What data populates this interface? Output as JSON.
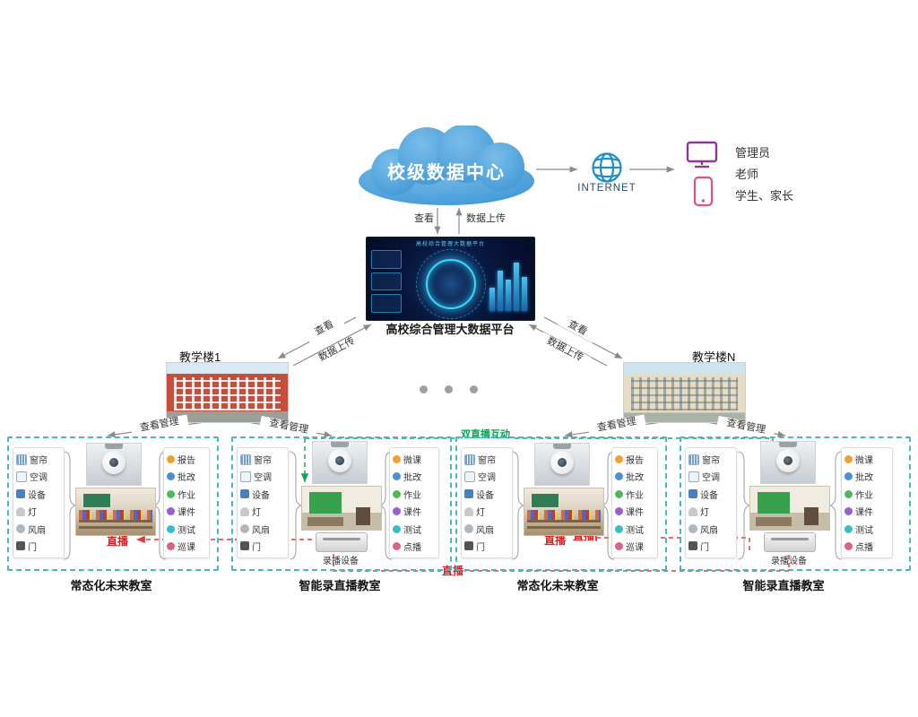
{
  "cloud": {
    "label": "校级数据中心"
  },
  "internet": {
    "label": "INTERNET"
  },
  "users": {
    "admin": "管理员",
    "teacher": "老师",
    "student": "学生、家长"
  },
  "platform": {
    "caption": "高校综合管理大数据平台",
    "screen_title": "高校综合管理大数据平台"
  },
  "links": {
    "view": "查看",
    "upload": "数据上传",
    "manage": "查看管理",
    "dual_live": "双直播互动",
    "live": "直播"
  },
  "buildings": [
    {
      "label": "教学楼1"
    },
    {
      "label": "教学楼N"
    }
  ],
  "groups": [
    {
      "caption": "常态化未来教室",
      "devices": [
        "窗帘",
        "空调",
        "设备",
        "灯",
        "风扇",
        "门"
      ],
      "features": [
        "报告",
        "批改",
        "作业",
        "课件",
        "测试",
        "巡课"
      ]
    },
    {
      "caption": "智能录直播教室",
      "devices": [
        "窗帘",
        "空调",
        "设备",
        "灯",
        "风扇",
        "门"
      ],
      "features": [
        "微课",
        "批改",
        "作业",
        "课件",
        "测试",
        "点播"
      ],
      "recorder": "录播设备"
    },
    {
      "caption": "常态化未来教室",
      "devices": [
        "窗帘",
        "空调",
        "设备",
        "灯",
        "风扇",
        "门"
      ],
      "features": [
        "报告",
        "批改",
        "作业",
        "课件",
        "测试",
        "巡课"
      ]
    },
    {
      "caption": "智能录直播教室",
      "devices": [
        "窗帘",
        "空调",
        "设备",
        "灯",
        "风扇",
        "门"
      ],
      "features": [
        "微课",
        "批改",
        "作业",
        "课件",
        "测试",
        "点播"
      ],
      "recorder": "录播设备"
    }
  ]
}
